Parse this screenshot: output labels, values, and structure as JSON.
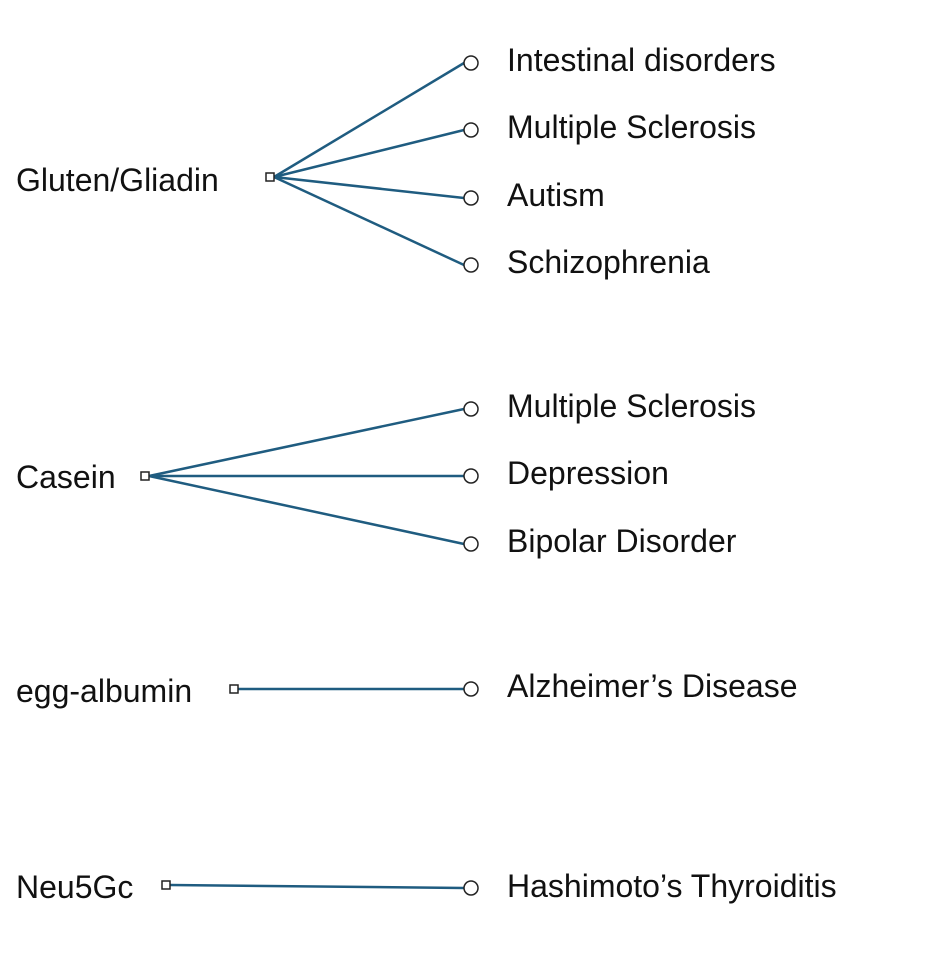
{
  "accent_color": "#1f5c80",
  "groups": [
    {
      "source": "Gluten/Gliadin",
      "targets": [
        "Intestinal disorders",
        "Multiple Sclerosis",
        "Autism",
        "Schizophrenia"
      ]
    },
    {
      "source": "Casein",
      "targets": [
        "Multiple Sclerosis",
        "Depression",
        "Bipolar Disorder"
      ]
    },
    {
      "source": "egg-albumin",
      "targets": [
        "Alzheimer’s Disease"
      ]
    },
    {
      "source": "Neu5Gc",
      "targets": [
        "Hashimoto’s Thyroiditis"
      ]
    }
  ]
}
